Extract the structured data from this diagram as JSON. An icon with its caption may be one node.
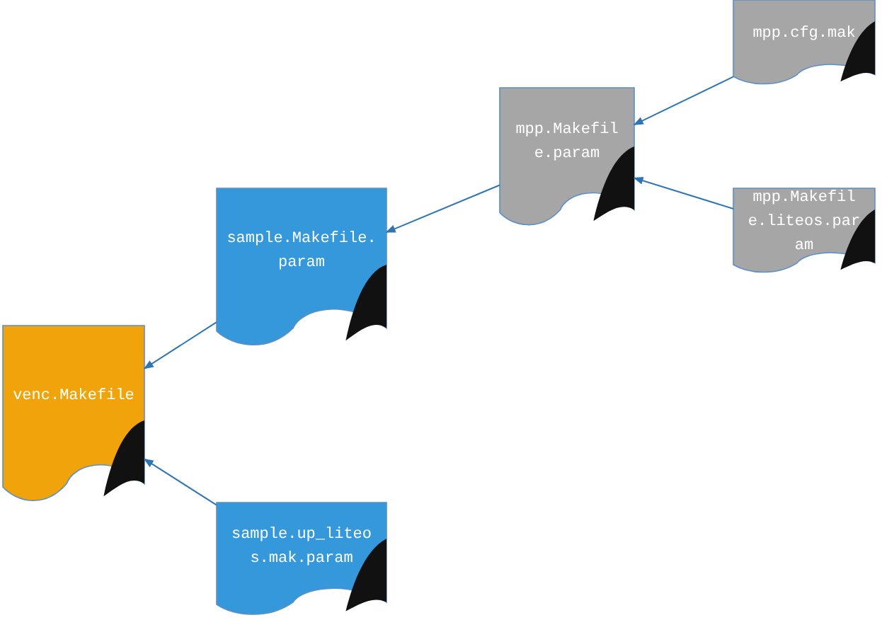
{
  "diagram": {
    "nodes": [
      {
        "text": [
          "venc.Makefile"
        ]
      },
      {
        "text": [
          "sample.Makefile.param"
        ]
      },
      {
        "text": [
          "mpp.Makefile.param"
        ]
      },
      {
        "text": [
          "mpp.cfg.mak"
        ]
      },
      {
        "text": [
          "mpp.Makefile.liteos.param"
        ]
      },
      {
        "text": [
          "sample.up_liteos.mak.param"
        ]
      }
    ],
    "edges": [
      {
        "from": 3,
        "to": 2,
        "arrow": "to"
      },
      {
        "from": 4,
        "to": 2,
        "arrow": "to"
      },
      {
        "from": 2,
        "to": 1,
        "arrow": "to"
      },
      {
        "from": 1,
        "to": 0,
        "arrow": "to"
      },
      {
        "from": 5,
        "to": 0,
        "arrow": "to"
      }
    ]
  }
}
